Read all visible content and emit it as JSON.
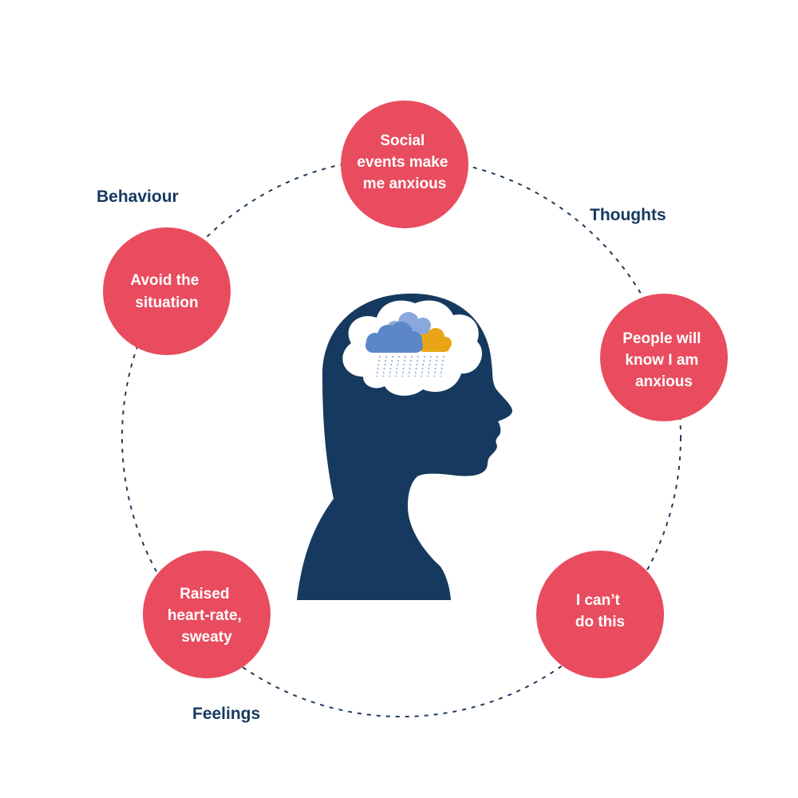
{
  "colors": {
    "node": "#e84c5e",
    "head": "#163a5f",
    "label": "#16395f",
    "dashes": "#1f3b5c",
    "cloud_blue": "#5b86c8",
    "cloud_light": "#8aa8dc",
    "cloud_yellow": "#e8a617",
    "rain": "#7fa2d6"
  },
  "labels": {
    "behaviour": "Behaviour",
    "thoughts": "Thoughts",
    "feelings": "Feelings"
  },
  "nodes": [
    {
      "id": "social-events",
      "lines": [
        "Social",
        "events make",
        "me anxious"
      ]
    },
    {
      "id": "people-will-know",
      "lines": [
        "People will",
        "know I am",
        "anxious"
      ]
    },
    {
      "id": "cant-do-this",
      "lines": [
        "I can’t",
        "do this"
      ]
    },
    {
      "id": "raised-heart-rate",
      "lines": [
        "Raised",
        "heart-rate,",
        "sweaty"
      ]
    },
    {
      "id": "avoid-situation",
      "lines": [
        "Avoid the",
        "situation"
      ]
    }
  ],
  "icons": {
    "head": "head-silhouette-icon",
    "brain": "brain-cloud-icon",
    "storm": "storm-cloud-icon"
  }
}
